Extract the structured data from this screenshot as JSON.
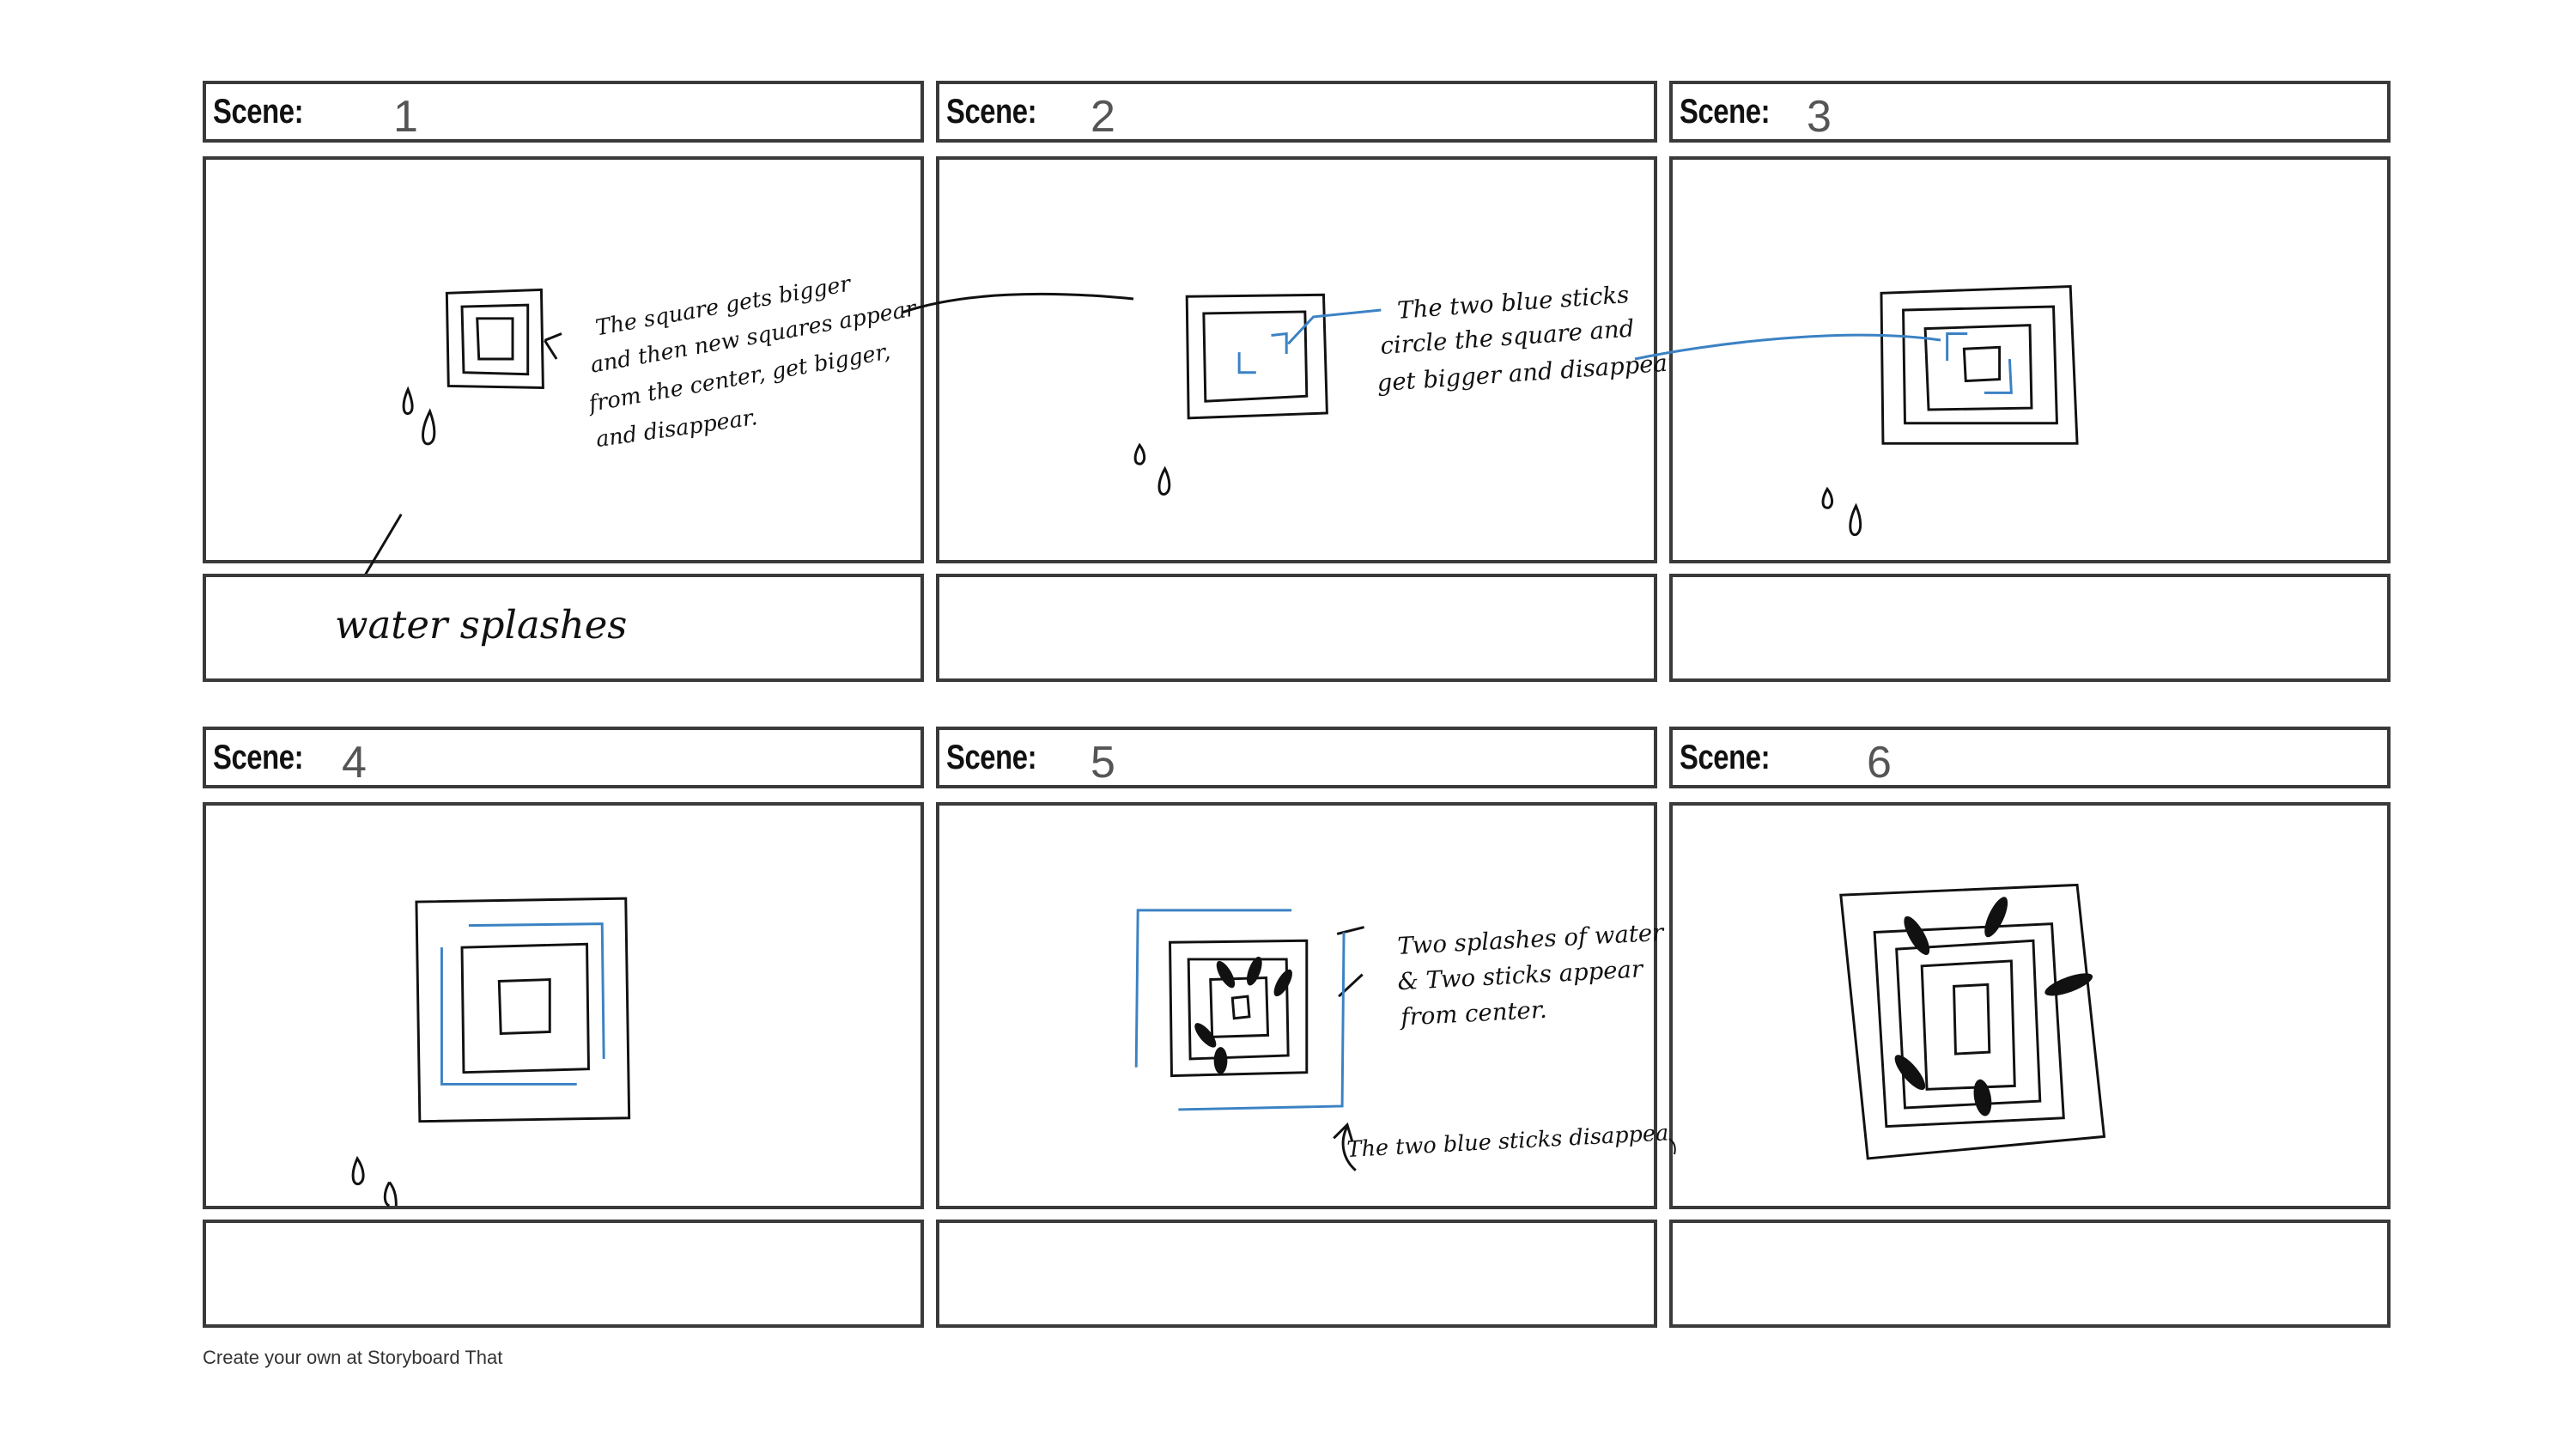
{
  "storyboard": {
    "scene_label": "Scene:",
    "scenes": [
      {
        "number": "1",
        "note": [
          "The square gets bigger",
          "and then new squares appear",
          "from the center, get bigger,",
          "and disappear."
        ],
        "caption": "water splashes"
      },
      {
        "number": "2",
        "note": [
          "The two blue sticks",
          "circle the square and",
          "get bigger and disappear."
        ],
        "caption": ""
      },
      {
        "number": "3",
        "note": [],
        "caption": ""
      },
      {
        "number": "4",
        "note": [],
        "caption": ""
      },
      {
        "number": "5",
        "note": [
          "Two splashes of water",
          "& Two sticks appear",
          "from center."
        ],
        "note2": "The two blue sticks disappear.",
        "caption": ""
      },
      {
        "number": "6",
        "note": [],
        "caption": ""
      }
    ]
  },
  "colors": {
    "ink": "#111111",
    "blue": "#3b82c4",
    "border": "#3a3a3a"
  },
  "footer": {
    "text": "Create your own at Storyboard That"
  }
}
